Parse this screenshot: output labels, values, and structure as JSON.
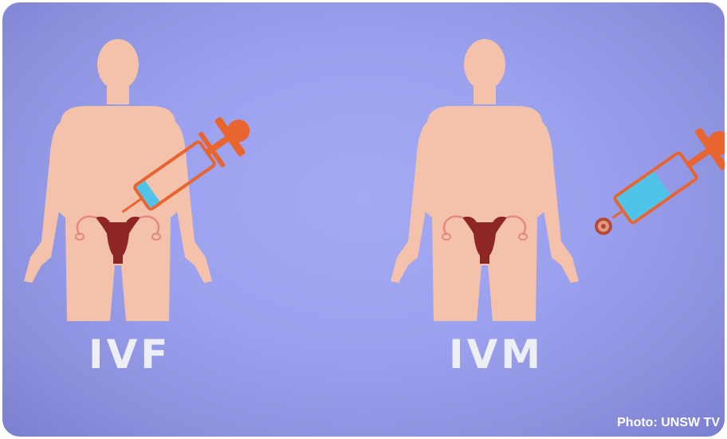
{
  "panels": [
    {
      "label": "IVF"
    },
    {
      "label": "IVM"
    }
  ],
  "credit": "Photo: UNSW TV",
  "colors": {
    "background": "#9ba1ee",
    "body": "#f4c1aa",
    "uterus": "#8f2626",
    "syringe": "#e8652f",
    "fluid": "#4fc3ea",
    "label": "#eeeef6"
  },
  "icons": [
    "human-body",
    "uterus",
    "syringe",
    "egg"
  ]
}
